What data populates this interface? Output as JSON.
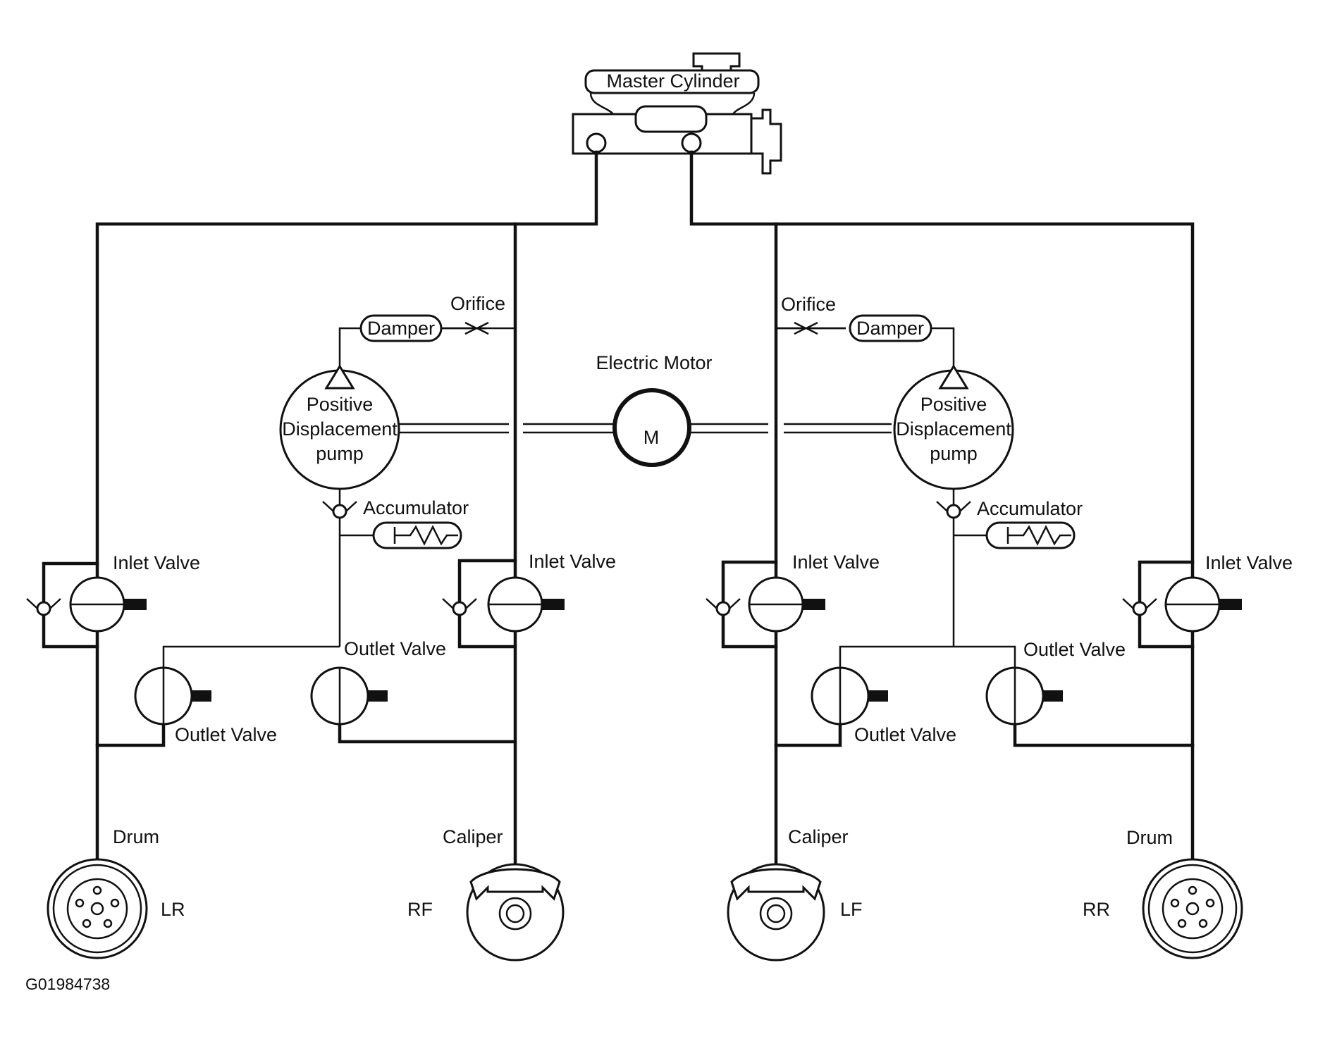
{
  "labels": {
    "master_cylinder": "Master Cylinder",
    "electric_motor": "Electric Motor",
    "motor_symbol": "M",
    "left_circuit": {
      "orifice": "Orifice",
      "damper": "Damper",
      "pump_line1": "Positive",
      "pump_line2": "Displacement",
      "pump_line3": "pump",
      "accumulator": "Accumulator",
      "inlet_valve_outer": "Inlet Valve",
      "inlet_valve_inner": "Inlet Valve",
      "outlet_valve_inner": "Outlet Valve",
      "outlet_valve_outer": "Outlet Valve"
    },
    "right_circuit": {
      "orifice": "Orifice",
      "damper": "Damper",
      "pump_line1": "Positive",
      "pump_line2": "Displacement",
      "pump_line3": "pump",
      "accumulator": "Accumulator",
      "inlet_valve_inner": "Inlet Valve",
      "inlet_valve_outer": "Inlet Valve",
      "outlet_valve_inner": "Outlet Valve",
      "outlet_valve_outer": "Outlet Valve"
    },
    "wheels": {
      "lr_type": "Drum",
      "lr_code": "LR",
      "rf_type": "Caliper",
      "rf_code": "RF",
      "lf_type": "Caliper",
      "lf_code": "LF",
      "rr_type": "Drum",
      "rr_code": "RR"
    },
    "figure_id": "G01984738"
  }
}
